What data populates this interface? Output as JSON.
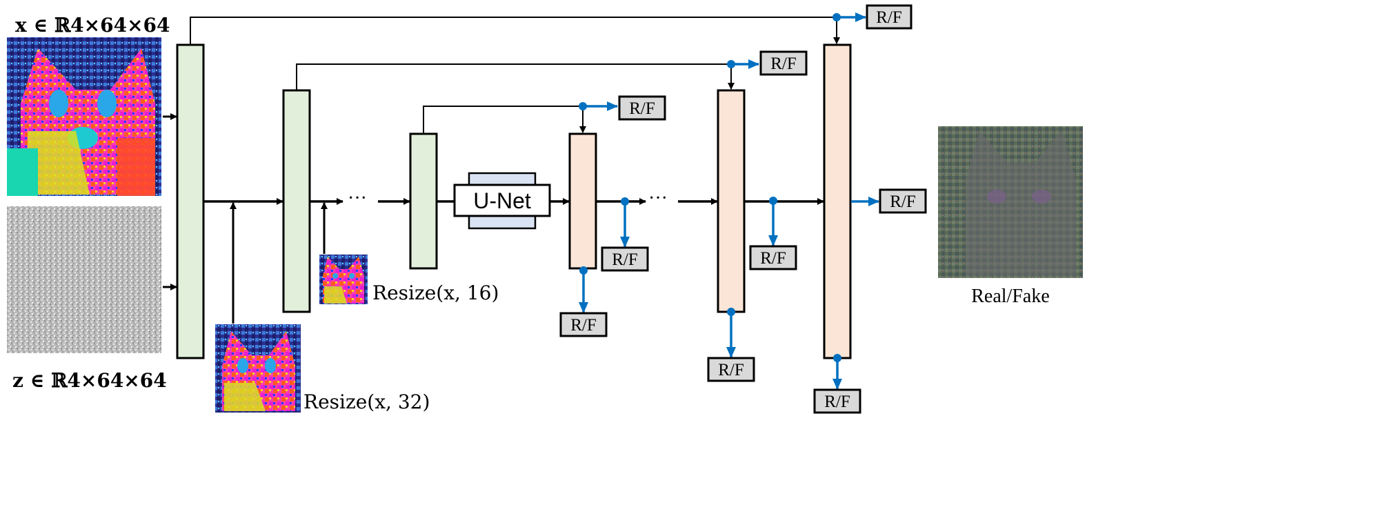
{
  "labels": {
    "x_input": "x ∈ ℝ4×64×64",
    "z_input": "z ∈ ℝ4×64×64",
    "resize_32": "Resize(x, 32)",
    "resize_16": "Resize(x, 16)",
    "unet": "U-Net",
    "real_fake": "Real/Fake",
    "ellipsis": "···",
    "rf": "R/F"
  },
  "colors": {
    "encoder_fill": "#e2efda",
    "decoder_fill": "#fbe5d6",
    "unet_plate_fill": "#dae3f3",
    "rf_fill": "#d9d9d9",
    "blue_arrow": "#0070c0",
    "black": "#000000"
  },
  "icons": {
    "x_image": "cat-noisy-latent-image",
    "z_image": "gaussian-noise-image",
    "resize32_image": "cat-latent-32",
    "resize16_image": "cat-latent-16",
    "output_image": "cat-generated-image"
  }
}
